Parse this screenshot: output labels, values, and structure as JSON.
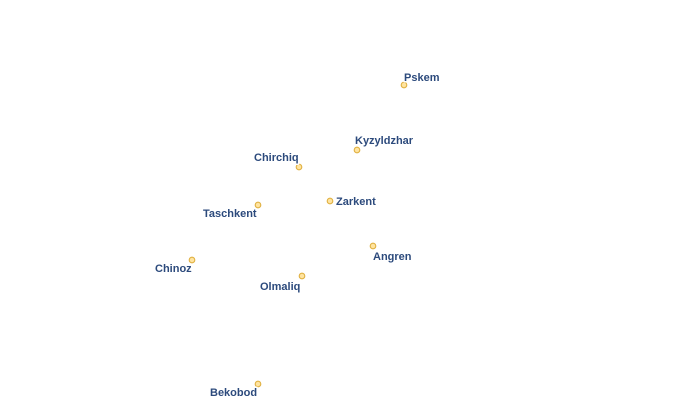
{
  "places": [
    {
      "name": "Pskem"
    },
    {
      "name": "Kyzyldzhar"
    },
    {
      "name": "Chirchiq"
    },
    {
      "name": "Zarkent"
    },
    {
      "name": "Taschkent"
    },
    {
      "name": "Angren"
    },
    {
      "name": "Chinoz"
    },
    {
      "name": "Olmaliq"
    },
    {
      "name": "Bekobod"
    }
  ],
  "colors": {
    "dot_fill": "#ffe4a0",
    "dot_stroke": "#e0b040",
    "label_text": "#2c4a7c",
    "label_halo": "#ffffff",
    "background": "#ffffff"
  }
}
